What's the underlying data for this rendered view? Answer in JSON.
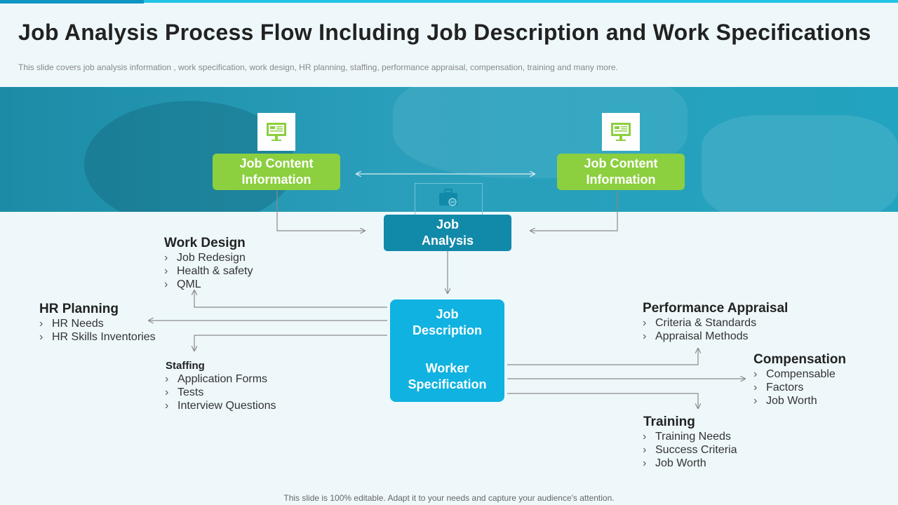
{
  "title": "Job Analysis Process Flow Including Job Description and Work Specifications",
  "subtitle": "This slide covers job analysis information , work specification, work design, HR planning, staffing, performance appraisal, compensation, training and many more.",
  "nodes": {
    "content_left": "Job Content Information",
    "content_right": "Job Content Information",
    "analysis": "Job Analysis",
    "description": "Job Description",
    "worker_spec": "Worker Specification"
  },
  "groups": {
    "work_design": {
      "title": "Work Design",
      "items": [
        "Job Redesign",
        "Health & safety",
        "QML"
      ]
    },
    "hr_planning": {
      "title": "HR Planning",
      "items": [
        "HR Needs",
        "HR Skills Inventories"
      ]
    },
    "staffing": {
      "title": "Staffing",
      "items": [
        "Application Forms",
        "Tests",
        "Interview  Questions"
      ]
    },
    "performance": {
      "title": "Performance Appraisal",
      "items": [
        "Criteria & Standards",
        "Appraisal Methods"
      ]
    },
    "compensation": {
      "title": "Compensation",
      "items": [
        "Compensable",
        "Factors",
        "Job Worth"
      ]
    },
    "training": {
      "title": "Training",
      "items": [
        "Training Needs",
        "Success Criteria",
        "Job Worth"
      ]
    }
  },
  "icons": {
    "content": "computer-monitor-icon",
    "analysis": "briefcase-icon"
  },
  "colors": {
    "green": "#8ccf3f",
    "analysis": "#1189a9",
    "description": "#0fb2e0",
    "banner": "#2a9fbb"
  },
  "footer": "This slide is 100% editable. Adapt it to your needs and capture your audience's attention."
}
